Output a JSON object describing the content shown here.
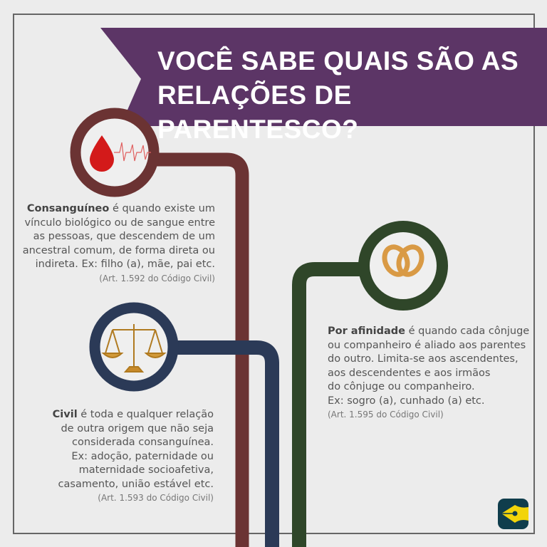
{
  "title": {
    "line1": "VOCÊ SABE QUAIS  SÃO AS",
    "line2": "RELAÇÕES DE PARENTESCO?"
  },
  "colors": {
    "banner": "#5c3566",
    "consanguineo": "#6b3333",
    "civil": "#2b3a57",
    "afinidade": "#2f4629",
    "logo_bg": "#0f3d4c",
    "logo_pen": "#f2d40a"
  },
  "sections": {
    "consanguineo": {
      "icon": "blood-drop-heartbeat-icon",
      "term": "Consanguíneo",
      "lines": [
        " é quando existe um",
        "vínculo biológico ou de sangue entre",
        "as pessoas, que descendem de um",
        "ancestral comum, de forma direta ou",
        "indireta. Ex: filho (a), mãe, pai etc."
      ],
      "ref": "(Art. 1.592 do Código Civil)"
    },
    "civil": {
      "icon": "scales-of-justice-icon",
      "term": "Civil",
      "lines": [
        " é toda e qualquer relação",
        "de outra origem que não seja",
        "considerada consanguínea.",
        "Ex: adoção, paternidade ou",
        "maternidade socioafetiva,",
        "casamento, união estável etc."
      ],
      "ref": "(Art. 1.593 do Código Civil)"
    },
    "afinidade": {
      "icon": "wedding-rings-icon",
      "term": "Por afinidade",
      "lines": [
        " é quando cada cônjuge",
        "ou companheiro é aliado aos parentes",
        "do outro. Limita-se aos ascendentes,",
        "aos descendentes e aos irmãos",
        "do cônjuge ou companheiro.",
        "Ex: sogro (a), cunhado (a) etc."
      ],
      "ref": "(Art. 1.595 do Código Civil)"
    }
  },
  "logo": {
    "icon": "fountain-pen-nib-icon"
  }
}
